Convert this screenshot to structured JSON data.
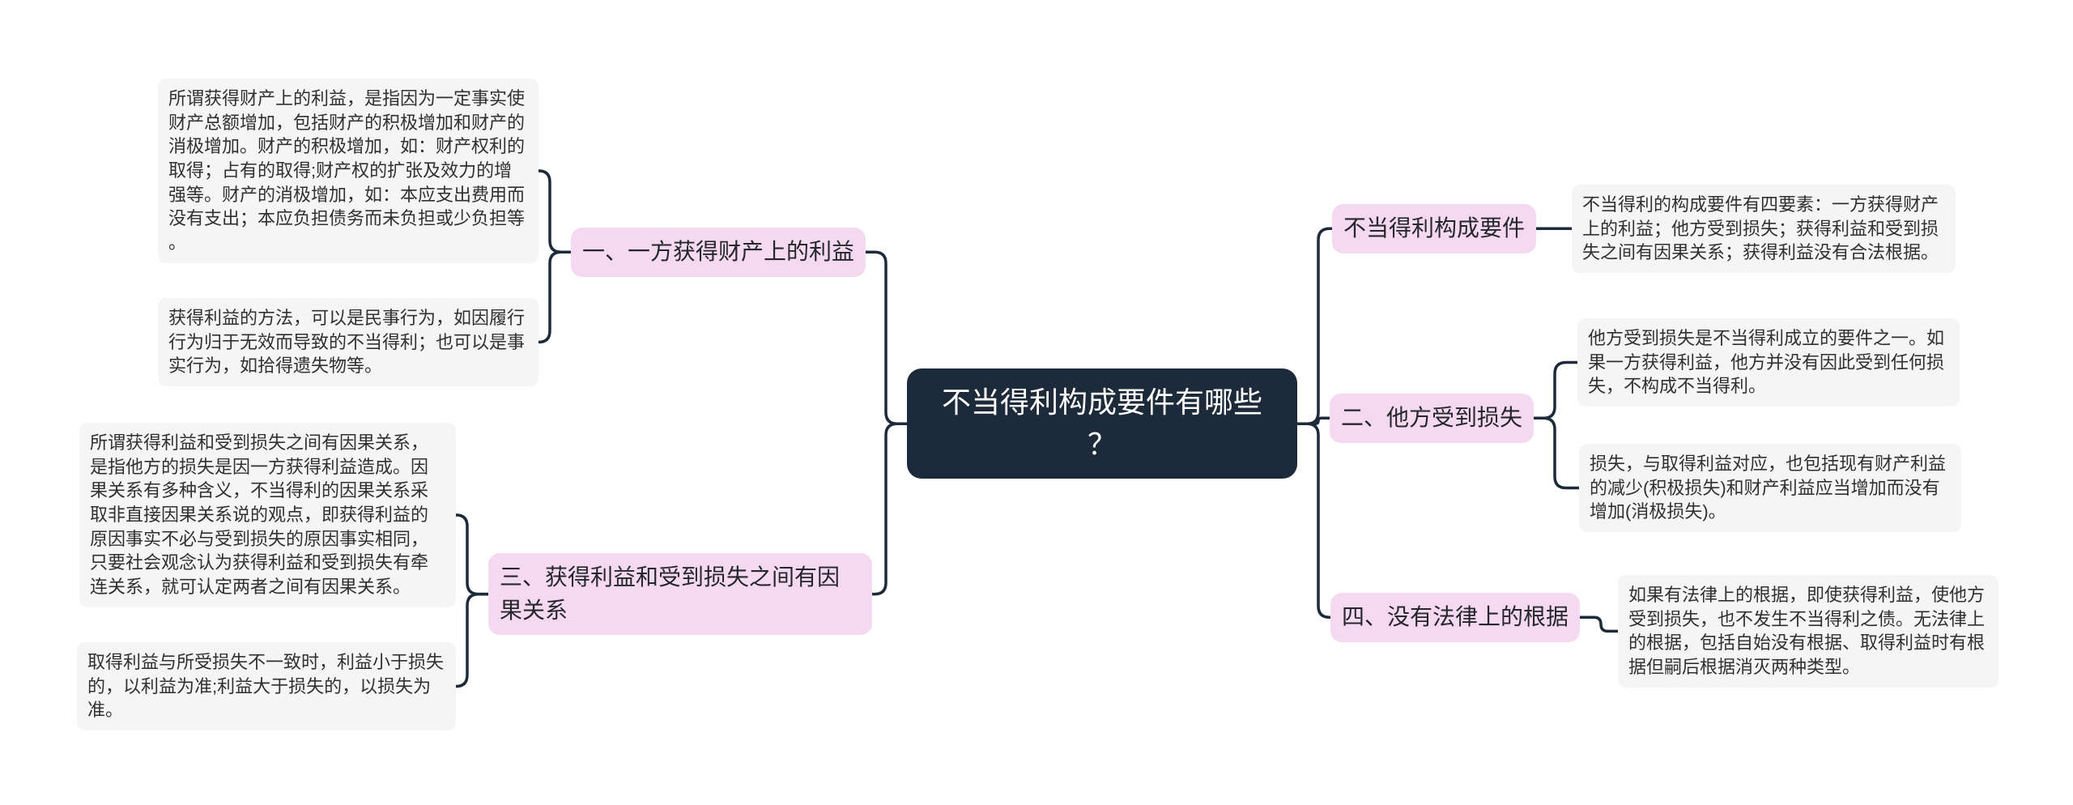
{
  "diagram": {
    "root": {
      "id": "root",
      "label": "不当得利构成要件有哪些？"
    },
    "topics": [
      {
        "id": "n1",
        "label": "一、一方获得财产上的利益",
        "side": "left"
      },
      {
        "id": "n3",
        "label": "三、获得利益和受到损失之间有因果关系",
        "side": "left"
      },
      {
        "id": "nr0",
        "label": "不当得利构成要件",
        "side": "right"
      },
      {
        "id": "n2",
        "label": "二、他方受到损失",
        "side": "right"
      },
      {
        "id": "n4",
        "label": "四、没有法律上的根据",
        "side": "right"
      }
    ],
    "notes": [
      {
        "id": "d1",
        "text": "所谓获得财产上的利益，是指因为一定事实使财产总额增加，包括财产的积极增加和财产的消极增加。财产的积极增加，如：财产权利的取得；占有的取得;财产权的扩张及效力的增强等。财产的消极增加，如：本应支出费用而没有支出；本应负担债务而未负担或少负担等。"
      },
      {
        "id": "d2",
        "text": "获得利益的方法，可以是民事行为，如因履行行为归于无效而导致的不当得利；也可以是事实行为，如拾得遗失物等。"
      },
      {
        "id": "d3",
        "text": "所谓获得利益和受到损失之间有因果关系，是指他方的损失是因一方获得利益造成。因果关系有多种含义，不当得利的因果关系采取非直接因果关系说的观点，即获得利益的原因事实不必与受到损失的原因事实相同，只要社会观念认为获得利益和受到损失有牵连关系，就可认定两者之间有因果关系。"
      },
      {
        "id": "d4",
        "text": "取得利益与所受损失不一致时，利益小于损失的，以利益为准;利益大于损失的，以损失为准。"
      },
      {
        "id": "dr1",
        "text": "不当得利的构成要件有四要素：一方获得财产上的利益；他方受到损失；获得利益和受到损失之间有因果关系；获得利益没有合法根据。"
      },
      {
        "id": "dr2",
        "text": "他方受到损失是不当得利成立的要件之一。如果一方获得利益，他方并没有因此受到任何损失，不构成不当得利。"
      },
      {
        "id": "dr3",
        "text": "损失，与取得利益对应，也包括现有财产利益的减少(积极损失)和财产利益应当增加而没有增加(消极损失)。"
      },
      {
        "id": "dr4",
        "text": "如果有法律上的根据，即使获得利益，使他方受到损失，也不发生不当得利之债。无法律上的根据，包括自始没有根据、取得利益时有根据但嗣后根据消灭两种类型。"
      }
    ],
    "edges": [
      {
        "from": "root",
        "to": "n1"
      },
      {
        "from": "root",
        "to": "n3"
      },
      {
        "from": "root",
        "to": "nr0"
      },
      {
        "from": "root",
        "to": "n2"
      },
      {
        "from": "root",
        "to": "n4"
      },
      {
        "from": "n1",
        "to": "d1"
      },
      {
        "from": "n1",
        "to": "d2"
      },
      {
        "from": "n3",
        "to": "d3"
      },
      {
        "from": "n3",
        "to": "d4"
      },
      {
        "from": "nr0",
        "to": "dr1"
      },
      {
        "from": "n2",
        "to": "dr2"
      },
      {
        "from": "n2",
        "to": "dr3"
      },
      {
        "from": "n4",
        "to": "dr4"
      }
    ],
    "colors": {
      "canvas_bg": "#ffffff",
      "root_bg": "#1c2a3a",
      "root_text": "#ffffff",
      "topic_bg": "#f5d9f0",
      "topic_text": "#26262e",
      "note_bg": "#f5f5f5",
      "note_text": "#303030",
      "line": "#1c2a3a"
    }
  }
}
